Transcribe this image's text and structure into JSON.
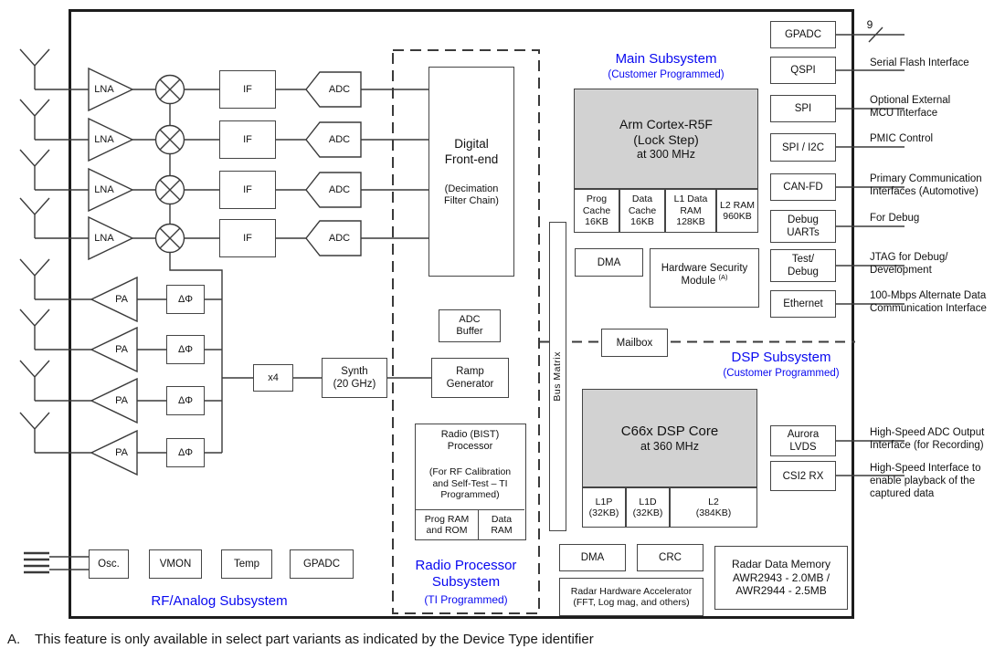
{
  "colors": {
    "accent_blue": "#0808F0",
    "block_fill_gray": "#D2D2D2"
  },
  "rf_analog": {
    "subsystem_label": "RF/Analog Subsystem",
    "lna": "LNA",
    "if": "IF",
    "adc": "ADC",
    "pa": "PA",
    "phase_shifter": "ΔΦ",
    "multiplier": "x4",
    "synth": "Synth\n(20 GHz)",
    "osc": "Osc.",
    "vmon": "VMON",
    "temp": "Temp",
    "gpadc": "GPADC"
  },
  "radio_subsystem": {
    "dfe_title": "Digital\nFront-end",
    "dfe_sub": "(Decimation\nFilter Chain)",
    "adc_buffer": "ADC\nBuffer",
    "ramp_generator": "Ramp\nGenerator",
    "bist_title": "Radio (BIST)\nProcessor",
    "bist_sub": "(For RF Calibration\nand Self-Test – TI\nProgrammed)",
    "prog_ram": "Prog RAM\nand ROM",
    "data_ram": "Data\nRAM",
    "subsystem_label": "Radio Processor\nSubsystem",
    "subsystem_sub": "(TI Programmed)"
  },
  "bus_matrix": "Bus Matrix",
  "main_subsystem": {
    "title": "Main Subsystem",
    "subtitle": "(Customer Programmed)",
    "cpu_line1": "Arm Cortex-R5F",
    "cpu_line2": "(Lock Step)",
    "cpu_line3": "at 300 MHz",
    "mem": [
      "Prog\nCache\n16KB",
      "Data\nCache\n16KB",
      "L1 Data\nRAM\n128KB",
      "L2 RAM\n960KB"
    ],
    "dma": "DMA",
    "hsm_line1": "Hardware Security",
    "hsm_line2": "Module ",
    "hsm_sup": "(A)",
    "mailbox": "Mailbox"
  },
  "dsp_subsystem": {
    "title": "DSP Subsystem",
    "subtitle": "(Customer Programmed)",
    "core_line1": "C66x DSP Core",
    "core_line2": "at 360 MHz",
    "mem": [
      "L1P\n(32KB)",
      "L1D\n(32KB)",
      "L2\n(384KB)"
    ],
    "dma": "DMA",
    "crc": "CRC",
    "rha": "Radar Hardware Accelerator\n(FFT, Log mag, and others)",
    "radar_memory": "Radar Data Memory\nAWR2943 - 2.0MB /\nAWR2944 - 2.5MB"
  },
  "io": {
    "gpadc_label": "GPADC",
    "gpadc_bus_width": "9",
    "items": [
      {
        "label": "QSPI",
        "desc": "Serial Flash Interface"
      },
      {
        "label": "SPI",
        "desc": "Optional External\nMCU Interface"
      },
      {
        "label": "SPI / I2C",
        "desc": "PMIC Control"
      },
      {
        "label": "CAN-FD",
        "desc": "Primary Communication\nInterfaces (Automotive)"
      },
      {
        "label": "Debug\nUARTs",
        "desc": "For Debug"
      },
      {
        "label": "Test/\nDebug",
        "desc": "JTAG for Debug/\nDevelopment"
      },
      {
        "label": "Ethernet",
        "desc": "100-Mbps Alternate Data\nCommunication Interface"
      }
    ],
    "aurora_label": "Aurora\nLVDS",
    "aurora_desc": "High-Speed ADC Output\nInterface (for Recording)",
    "csi2_label": "CSI2 RX",
    "csi2_desc": "High-Speed Interface to\nenable playback of the\ncaptured data"
  },
  "footnote": {
    "marker": "A.",
    "text": "This feature is only available in select part variants as indicated by the Device Type identifier"
  }
}
